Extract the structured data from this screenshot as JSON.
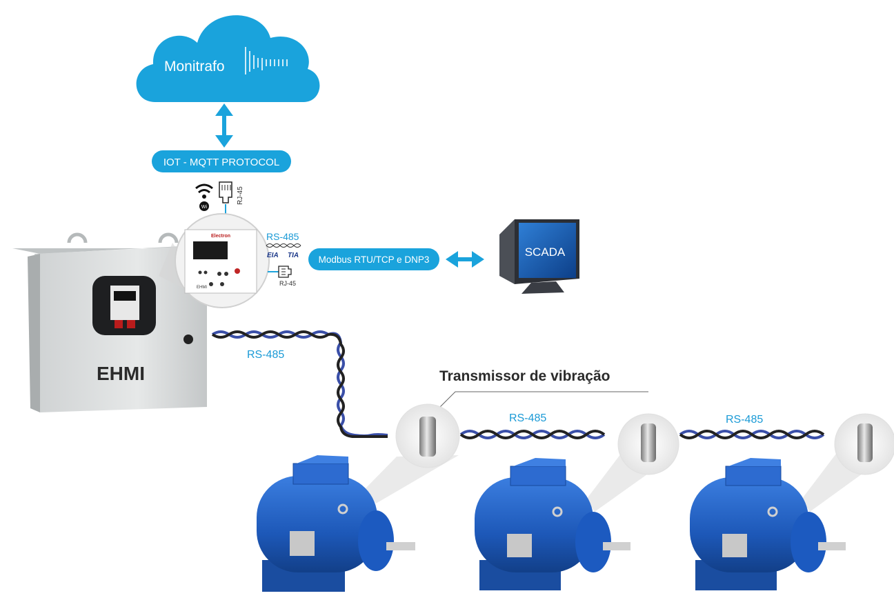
{
  "cloud": {
    "title": "Monitrafo"
  },
  "protocol_pill": {
    "label": "IOT - MQTT PROTOCOL"
  },
  "top_connectors": {
    "rj45_label": "RJ-45"
  },
  "device_zoom": {
    "brand": "Electron",
    "model": "EHMI",
    "rs485_label": "RS-485",
    "eia_label": "EIA",
    "tia_label": "TIA",
    "rj45_label": "RJ-45"
  },
  "modbus_pill": {
    "label": "Modbus RTU/TCP e DNP3"
  },
  "scada": {
    "label": "SCADA"
  },
  "cabinet": {
    "label": "EHMI"
  },
  "main_cable": {
    "label": "RS-485"
  },
  "callout": {
    "title": "Transmissor de vibração"
  },
  "link_1": {
    "label": "RS-485"
  },
  "link_2": {
    "label": "RS-485"
  },
  "colors": {
    "cloud": "#1aa3dc",
    "pill": "#1aa3dc",
    "cable_blue": "#3a4fa8",
    "cable_black": "#222222",
    "motor_blue": "#1f5fc4",
    "scada_screen": "#2a6fc9"
  }
}
